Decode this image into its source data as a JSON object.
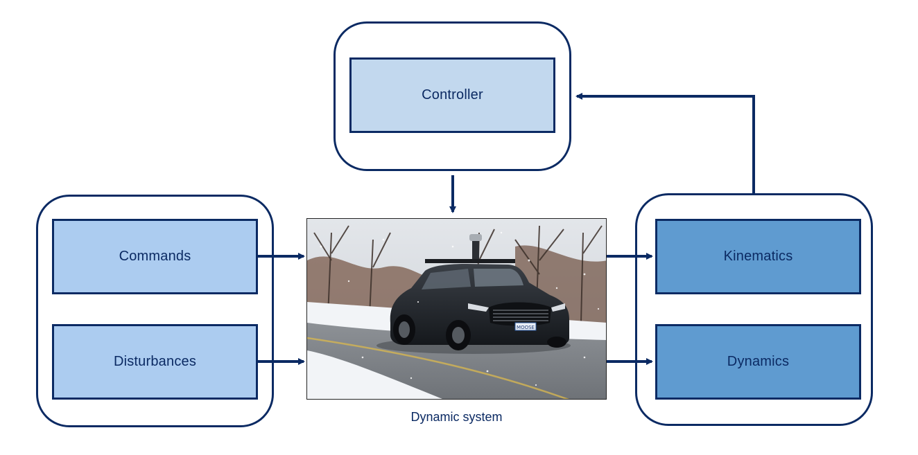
{
  "diagram": {
    "controller_label": "Controller",
    "inputs": [
      {
        "label": "Commands"
      },
      {
        "label": "Disturbances"
      }
    ],
    "outputs": [
      {
        "label": "Kinematics"
      },
      {
        "label": "Dynamics"
      }
    ],
    "system_caption": "Dynamic system",
    "plate_text": "MOOSE"
  },
  "colors": {
    "stroke": "#0b2a63",
    "controller_fill": "#c2d8ee",
    "input_fill": "#acccf0",
    "output_fill": "#5f9bd0"
  },
  "icons": {
    "system_image": "autonomous-car-photo"
  }
}
